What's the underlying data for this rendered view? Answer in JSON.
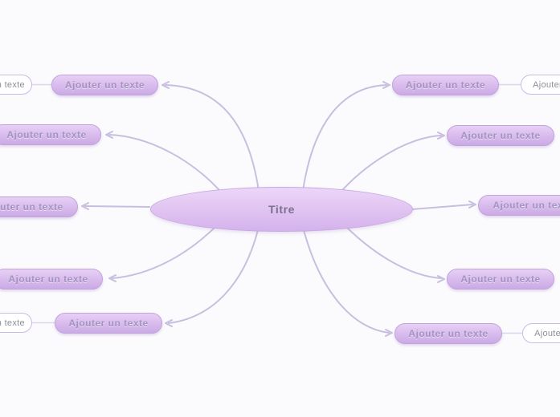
{
  "app": {
    "type": "mind-map-editor",
    "language": "fr"
  },
  "colors": {
    "background": "#fbfbfd",
    "center_fill": "#e2c6f2",
    "center_text": "#7b7090",
    "node_fill_top": "#dcc0ef",
    "node_fill_bottom": "#cbaae5",
    "node_border": "#c2a3dd",
    "node_text": "#a294bf",
    "connector": "#c8bfe0",
    "ghost_border": "#cbb9e6",
    "ghost_text": "#8e8e99",
    "ghost_connector": "#ded6ee"
  },
  "map": {
    "center": {
      "label": "Titre"
    },
    "left_branches": [
      {
        "label": "Ajouter un texte"
      },
      {
        "label": "Ajouter un texte"
      },
      {
        "label": "Ajouter un texte"
      },
      {
        "label": "Ajouter un texte"
      },
      {
        "label": "Ajouter un texte"
      }
    ],
    "right_branches": [
      {
        "label": "Ajouter un texte"
      },
      {
        "label": "Ajouter un texte"
      },
      {
        "label": "Ajouter un texte"
      },
      {
        "label": "Ajouter un texte"
      },
      {
        "label": "Ajouter un texte"
      }
    ],
    "ghost_nodes": [
      {
        "label": "Ajouter un texte",
        "side": "top-left"
      },
      {
        "label": "Ajouter un texte",
        "side": "top-right"
      },
      {
        "label": "Ajouter un texte",
        "side": "bottom-left"
      },
      {
        "label": "Ajouter un texte",
        "side": "bottom-right"
      }
    ]
  }
}
